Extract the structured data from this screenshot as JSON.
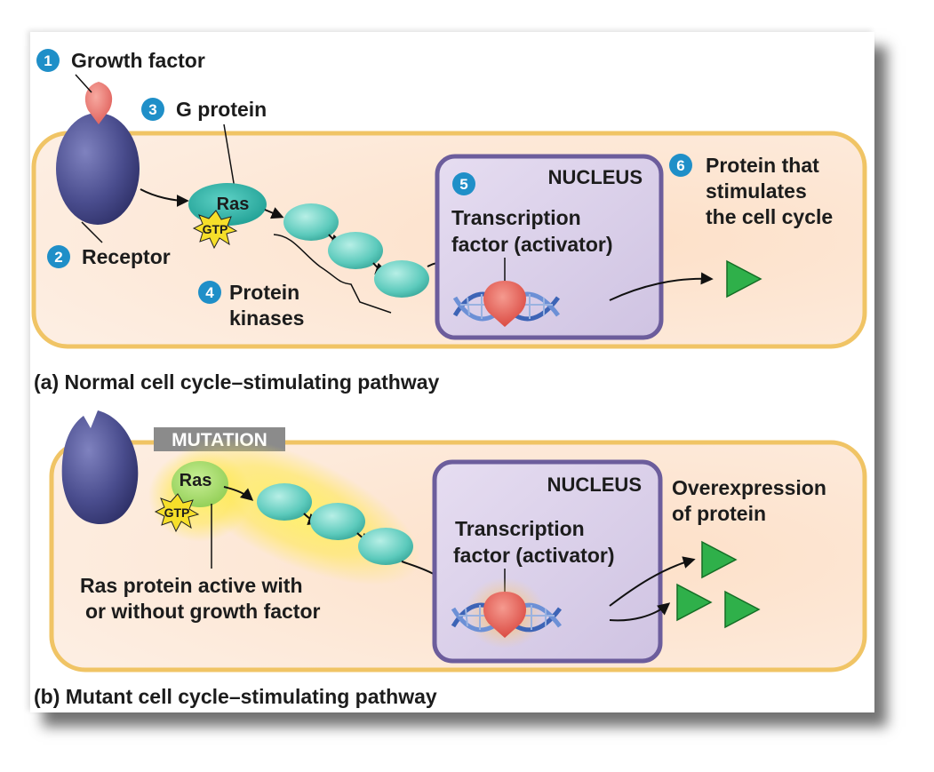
{
  "panel_a": {
    "caption": "(a) Normal cell cycle–stimulating pathway",
    "step1": {
      "number": "1",
      "label": "Growth factor"
    },
    "step2": {
      "number": "2",
      "label": "Receptor"
    },
    "step3": {
      "number": "3",
      "label": "G protein"
    },
    "step4": {
      "number": "4",
      "label_line1": "Protein",
      "label_line2": "kinases"
    },
    "step5": {
      "number": "5",
      "label_line1": "Transcription",
      "label_line2": "factor (activator)"
    },
    "step6": {
      "number": "6",
      "label_line1": "Protein that",
      "label_line2": "stimulates",
      "label_line3": "the cell cycle"
    },
    "nucleus": "NUCLEUS",
    "ras": "Ras",
    "gtp": "GTP"
  },
  "panel_b": {
    "caption": "(b) Mutant cell cycle–stimulating pathway",
    "mutation": "MUTATION",
    "nucleus": "NUCLEUS",
    "ras": "Ras",
    "gtp": "GTP",
    "tf_line1": "Transcription",
    "tf_line2": "factor (activator)",
    "overexp_line1": "Overexpression",
    "overexp_line2": "of protein",
    "ras_note_line1": "Ras protein active with",
    "ras_note_line2": "or without growth factor"
  },
  "colors": {
    "step_circle": "#1f8fc8",
    "cell_fill": "#fde4d2",
    "cell_border": "#f0c465",
    "nucleus_fill": "#ddd3ea",
    "nucleus_border": "#6c5d9c",
    "kinase": "#6fd3c6",
    "product": "#2fb04a",
    "receptor": "#4a4d8e",
    "growth_factor": "#ee7c73"
  }
}
